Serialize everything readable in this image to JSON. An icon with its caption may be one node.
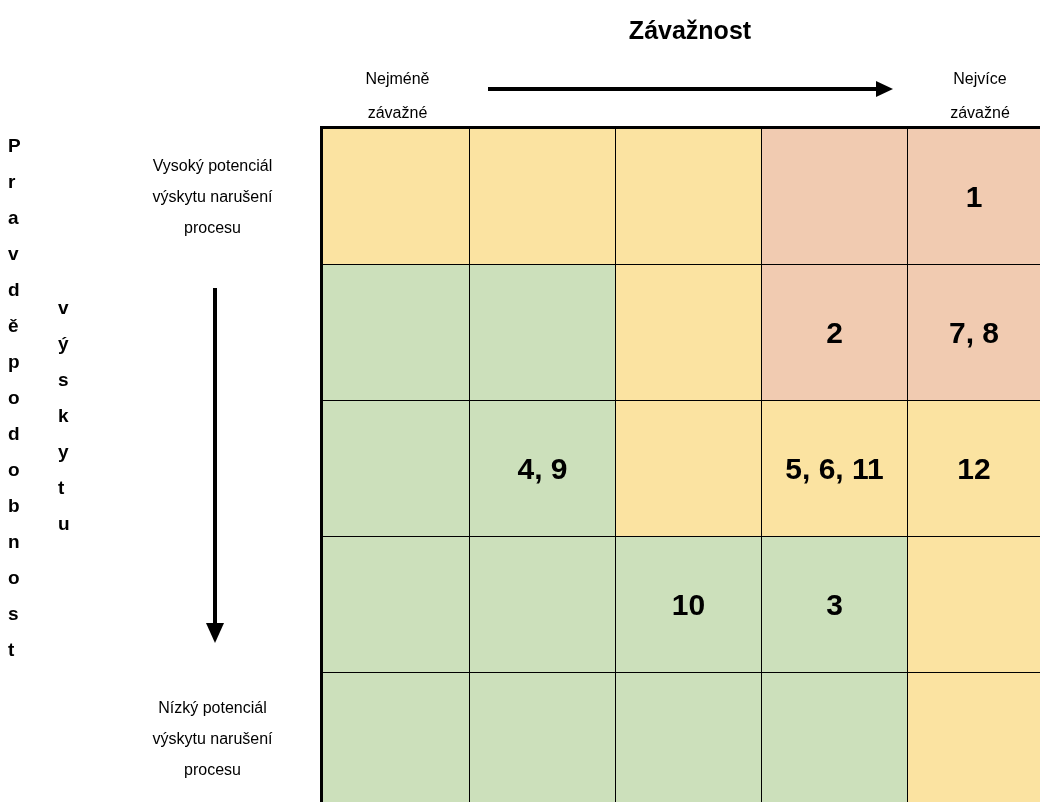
{
  "diagram": {
    "title": "Závažnost",
    "nodes": [
      {
        "text": [],
        "shape": "box"
      },
      {
        "text": [],
        "shape": "box"
      },
      {
        "text": [],
        "shape": "box"
      },
      {
        "text": [],
        "shape": "box"
      },
      {
        "text": [
          "1"
        ]
      },
      {
        "text": [],
        "shape": "box"
      },
      {
        "text": [],
        "shape": "box"
      },
      {
        "text": [],
        "shape": "box"
      },
      {
        "text": [
          "2"
        ]
      },
      {
        "text": [
          "7, 8"
        ]
      },
      {
        "text": [],
        "shape": "box"
      },
      {
        "text": [
          "4, 9"
        ]
      },
      {
        "text": [],
        "shape": "box"
      },
      {
        "text": [
          "5, 6, 11"
        ]
      },
      {
        "text": [
          "12"
        ]
      },
      {
        "text": [],
        "shape": "box"
      },
      {
        "text": [],
        "shape": "box"
      },
      {
        "text": [
          "10"
        ]
      },
      {
        "text": [
          "3"
        ]
      },
      {
        "text": [],
        "shape": "box"
      },
      {
        "text": [],
        "shape": "box"
      },
      {
        "text": [],
        "shape": "box"
      },
      {
        "text": [],
        "shape": "box"
      },
      {
        "text": [],
        "shape": "box"
      },
      {
        "text": [],
        "shape": "box"
      }
    ],
    "edges": [],
    "labels": [
      "Nejméně závažné",
      "Nejvíce závažné",
      "Pravděpodobnost",
      "výskytu",
      "Vysoký potenciál výskytu narušení procesu",
      "Nízký potenciál výskytu narušení procesu"
    ]
  }
}
